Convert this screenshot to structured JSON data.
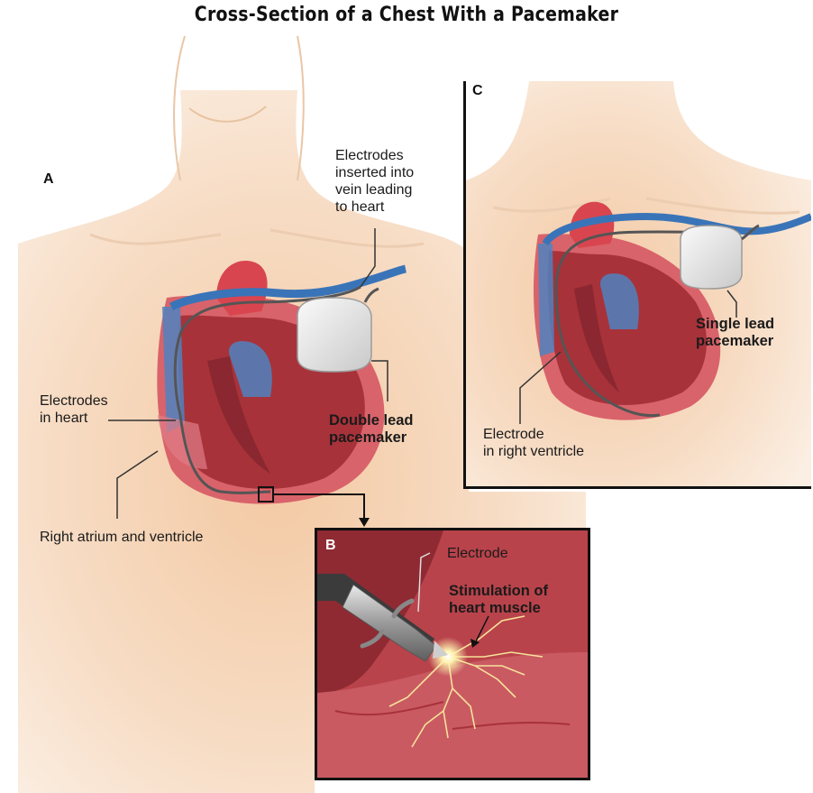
{
  "title": "Cross-Section of a Chest With a Pacemaker",
  "panels": {
    "a": {
      "letter": "A",
      "electrodes_inserted_l1": "Electrodes",
      "electrodes_inserted_l2": "inserted into",
      "electrodes_inserted_l3": "vein leading",
      "electrodes_inserted_l4": "to heart",
      "electrodes_in_heart_l1": "Electrodes",
      "electrodes_in_heart_l2": "in heart",
      "double_lead_l1": "Double lead",
      "double_lead_l2": "pacemaker",
      "right_atrium": "Right atrium and ventricle"
    },
    "b": {
      "letter": "B",
      "electrode": "Electrode",
      "stimulation_l1": "Stimulation of",
      "stimulation_l2": "heart muscle"
    },
    "c": {
      "letter": "C",
      "single_lead_l1": "Single lead",
      "single_lead_l2": "pacemaker",
      "electrode_rv_l1": "Electrode",
      "electrode_rv_l2": "in right ventricle"
    }
  },
  "colors": {
    "skin": "#f6dcc3",
    "heart_dark": "#a8323a",
    "heart_light": "#d9636a",
    "vein_blue": "#3a74b8",
    "pacemaker": "#e6e6e6"
  }
}
